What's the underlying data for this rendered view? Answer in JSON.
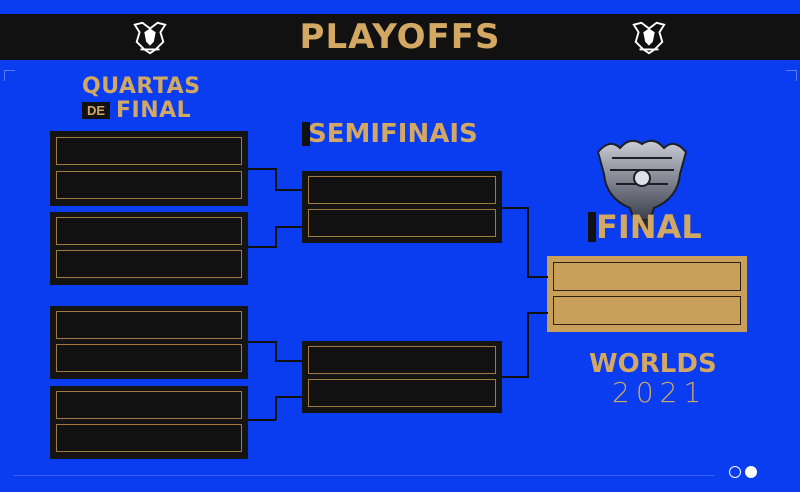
{
  "header": {
    "title": "PLAYOFFS",
    "left_logo": "worlds-logo-icon",
    "right_logo": "worlds-logo-icon"
  },
  "bracket": {
    "quarterfinals_label_line1": "QUARTAS",
    "quarterfinals_label_de": "DE",
    "quarterfinals_label_line2": "FINAL",
    "semifinals_label": "SEMIFINAIS",
    "final_label": "FINAL",
    "event_name": "WORLDS",
    "event_year": "2021"
  },
  "colors": {
    "background": "#0a3df0",
    "gold": "#d3a863",
    "dark": "#111111"
  },
  "footer": {
    "icons": [
      "circle-icon",
      "circle-icon"
    ]
  }
}
